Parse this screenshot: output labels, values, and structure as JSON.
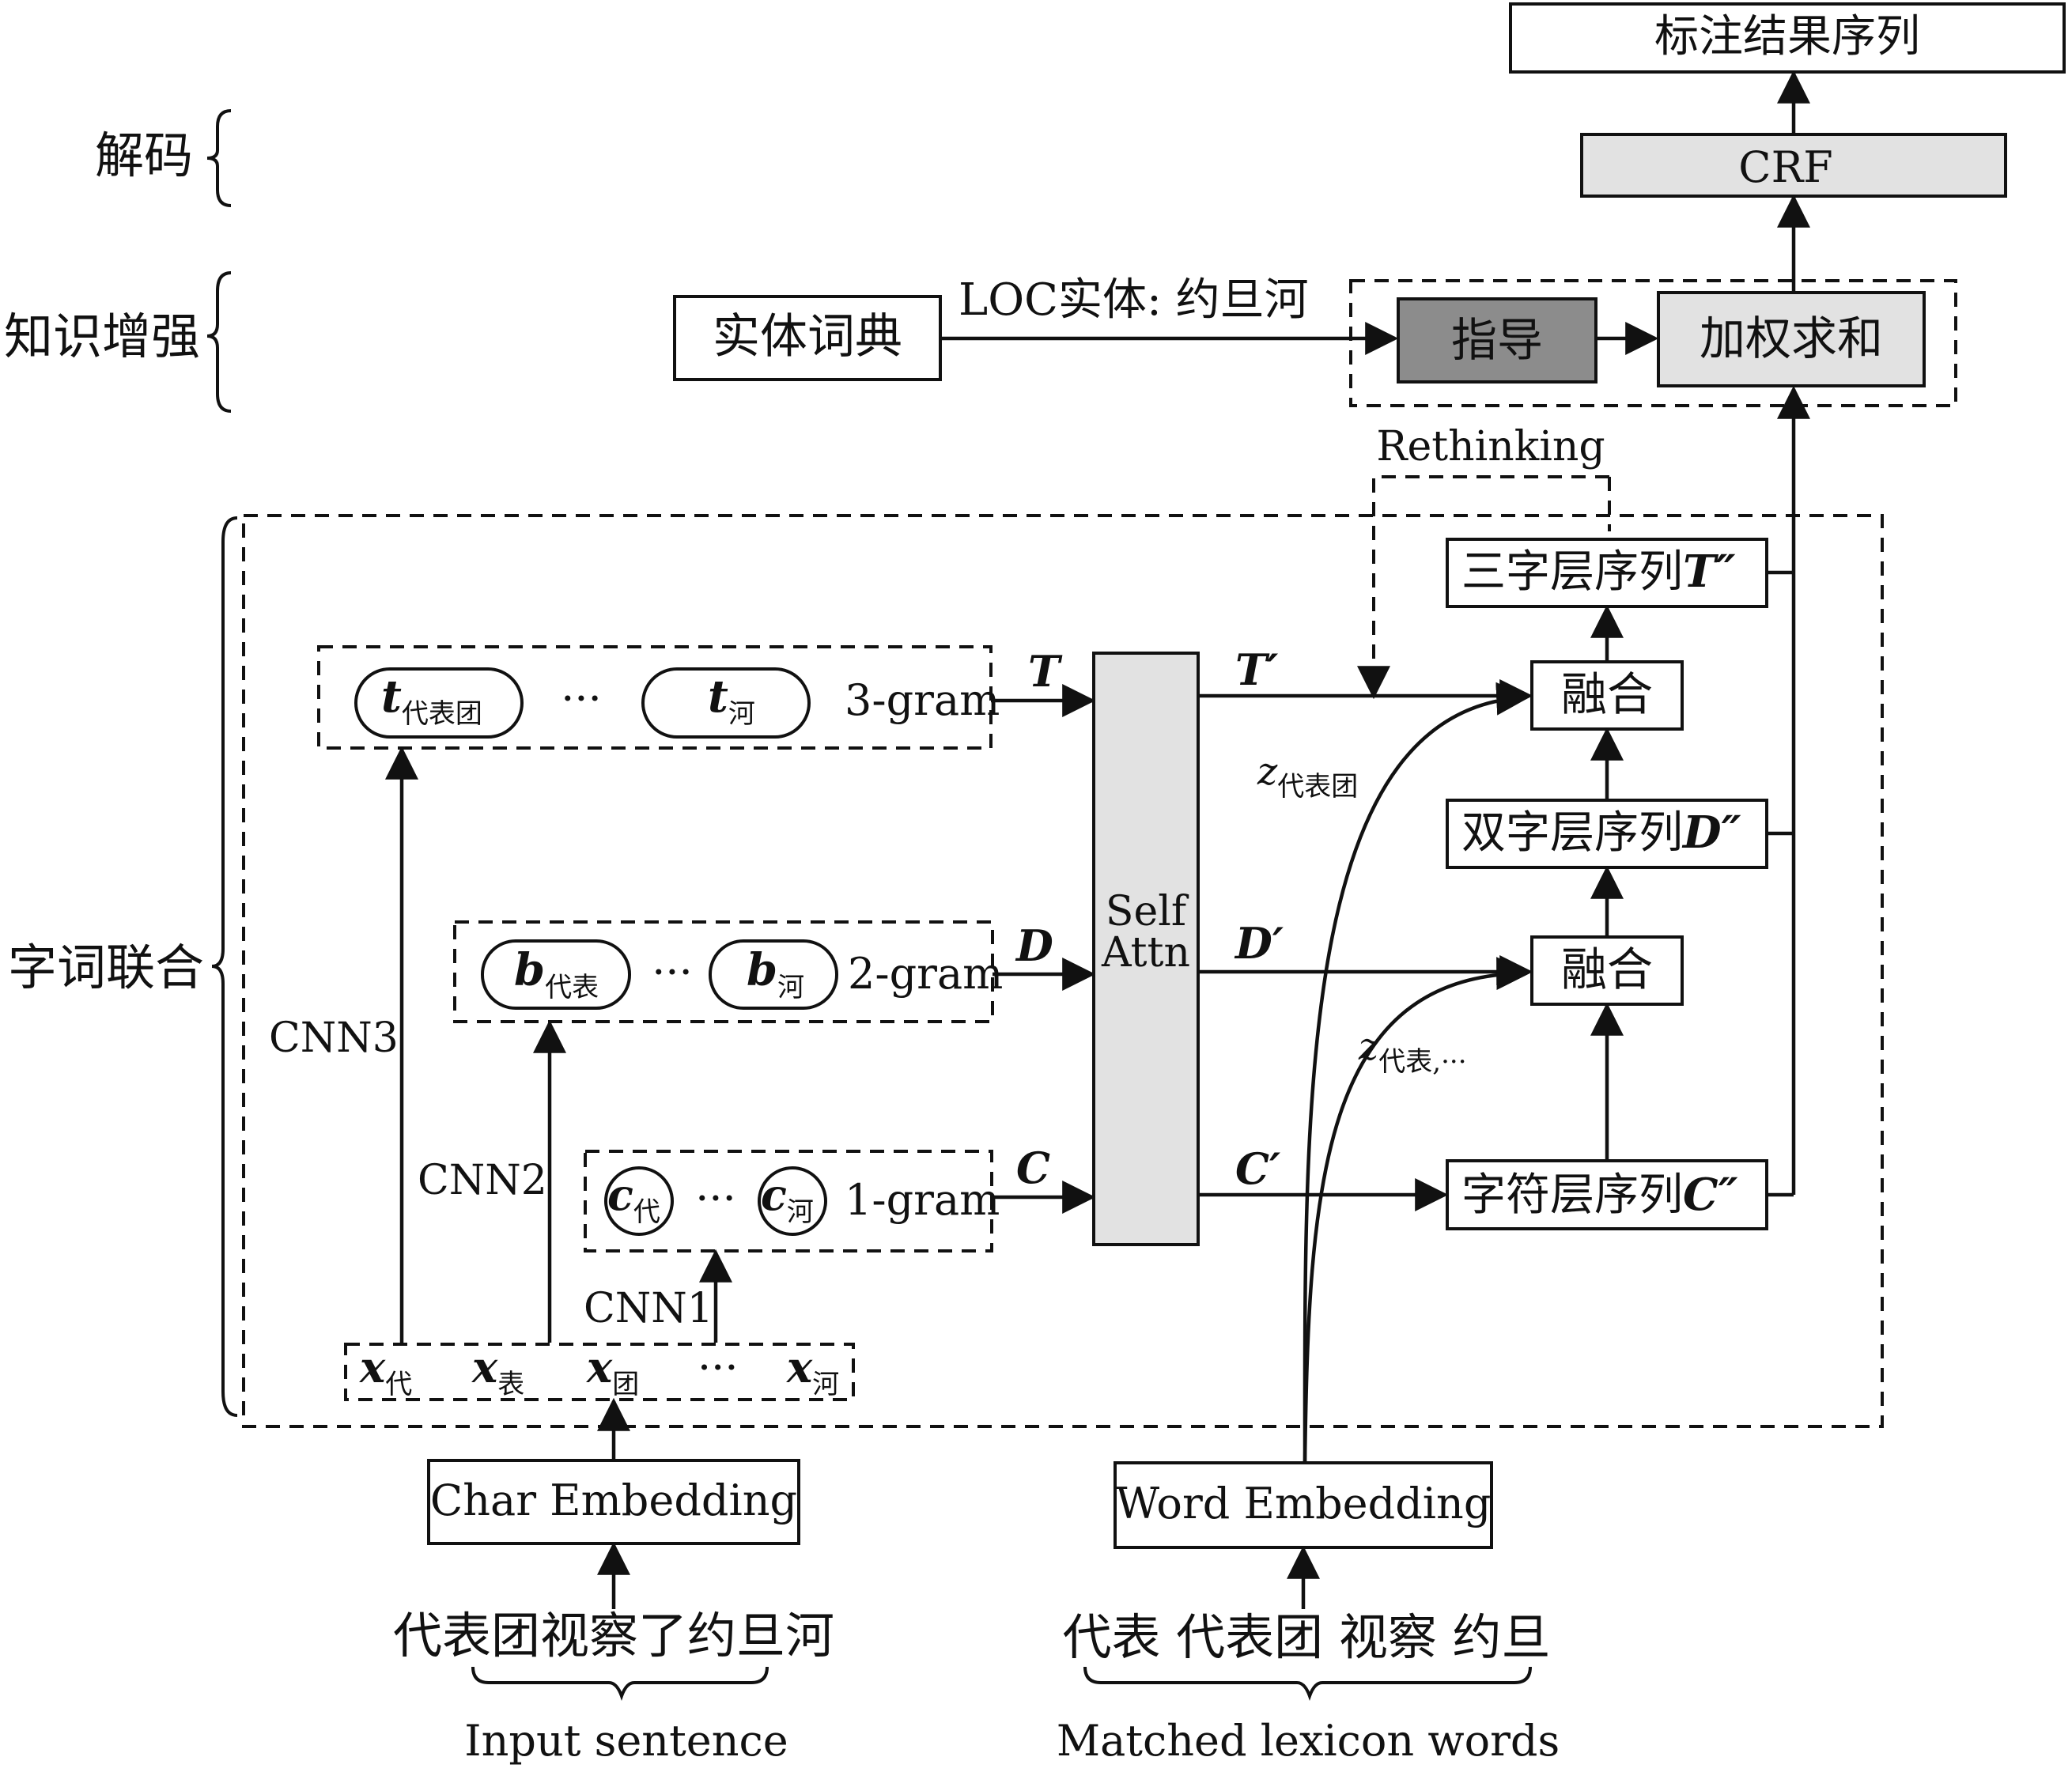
{
  "output_box": "标注结果序列",
  "crf": "CRF",
  "sections": {
    "decode": "解码",
    "knowledge": "知识增强",
    "fusion": "字词联合"
  },
  "knowledge": {
    "entity_dict": "实体词典",
    "loc_label": "LOC实体: 约旦河",
    "guide": "指导",
    "weighted_sum": "加权求和",
    "rethinking": "Rethinking"
  },
  "layers": {
    "tri": "三字层序列",
    "tri_sym": "T″",
    "bi": "双字层序列",
    "bi_sym": "D″",
    "char": "字符层序列",
    "char_sym": "C″",
    "fuse_top": "融合",
    "fuse_bottom": "融合"
  },
  "attn": {
    "line1": "Self",
    "line2": "Attn"
  },
  "ngram": {
    "tri_label": "3-gram",
    "bi_label": "2-gram",
    "uni_label": "1-gram",
    "ellipsis": "···",
    "t_first": {
      "base": "t",
      "sub": "代表团"
    },
    "t_last": {
      "base": "t",
      "sub": "河"
    },
    "b_first": {
      "base": "b",
      "sub": "代表"
    },
    "b_last": {
      "base": "b",
      "sub": "河"
    },
    "c_first": {
      "base": "c",
      "sub": "代"
    },
    "c_last": {
      "base": "c",
      "sub": "河"
    }
  },
  "symbols": {
    "T": "T",
    "D": "D",
    "C": "C",
    "T_prime": "T′",
    "D_prime": "D′",
    "C_prime": "C′",
    "z_tri": {
      "base": "z",
      "sub": "代表团"
    },
    "z_bi": {
      "base": "z",
      "sub": "代表,···"
    }
  },
  "cnn": {
    "cnn1": "CNN1",
    "cnn2": "CNN2",
    "cnn3": "CNN3"
  },
  "chars": [
    {
      "base": "x",
      "sub": "代"
    },
    {
      "base": "x",
      "sub": "表"
    },
    {
      "base": "x",
      "sub": "团"
    },
    {
      "base": "",
      "sub": "",
      "ellipsis": "···"
    },
    {
      "base": "x",
      "sub": "河"
    }
  ],
  "embeddings": {
    "char": "Char Embedding",
    "word": "Word Embedding"
  },
  "input": {
    "sentence": "代表团视察了约旦河",
    "sentence_caption": "Input sentence",
    "lexicon": "代表 代表团 视察 约旦",
    "lexicon_caption": "Matched lexicon words"
  }
}
